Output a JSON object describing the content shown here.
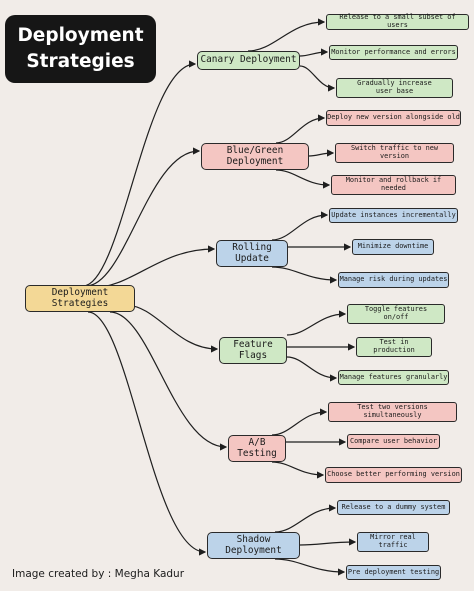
{
  "title": {
    "line1": "Deployment",
    "line2": "Strategies"
  },
  "root": {
    "label": "Deployment Strategies"
  },
  "footer": "Image created by : Megha Kadur",
  "colors": {
    "background": "#f1ece8",
    "green": "#cfe8c5",
    "red": "#f4c6c2",
    "blue": "#bcd3e9",
    "yellow": "#f3d896",
    "title_bg": "#161616"
  },
  "branches": [
    {
      "label": "Canary Deployment",
      "color": "green",
      "leaves": [
        "Release to a small subset of users",
        "Monitor performance and errors",
        "Gradually increase user base"
      ]
    },
    {
      "label": "Blue/Green Deployment",
      "color": "red",
      "leaves": [
        "Deploy new version alongside old",
        "Switch traffic to new version",
        "Monitor and rollback if needed"
      ]
    },
    {
      "label": "Rolling Update",
      "color": "blue",
      "leaves": [
        "Update instances incrementally",
        "Minimize downtime",
        "Manage risk during updates"
      ]
    },
    {
      "label": "Feature Flags",
      "color": "green",
      "leaves": [
        "Toggle features on/off",
        "Test in production",
        "Manage features granularly"
      ]
    },
    {
      "label": "A/B Testing",
      "color": "red",
      "leaves": [
        "Test two versions simultaneously",
        "Compare user behavior",
        "Choose better performing version"
      ]
    },
    {
      "label": "Shadow Deployment",
      "color": "blue",
      "leaves": [
        "Release to a dummy system",
        "Mirror real traffic",
        "Pre deployment testing"
      ]
    }
  ]
}
